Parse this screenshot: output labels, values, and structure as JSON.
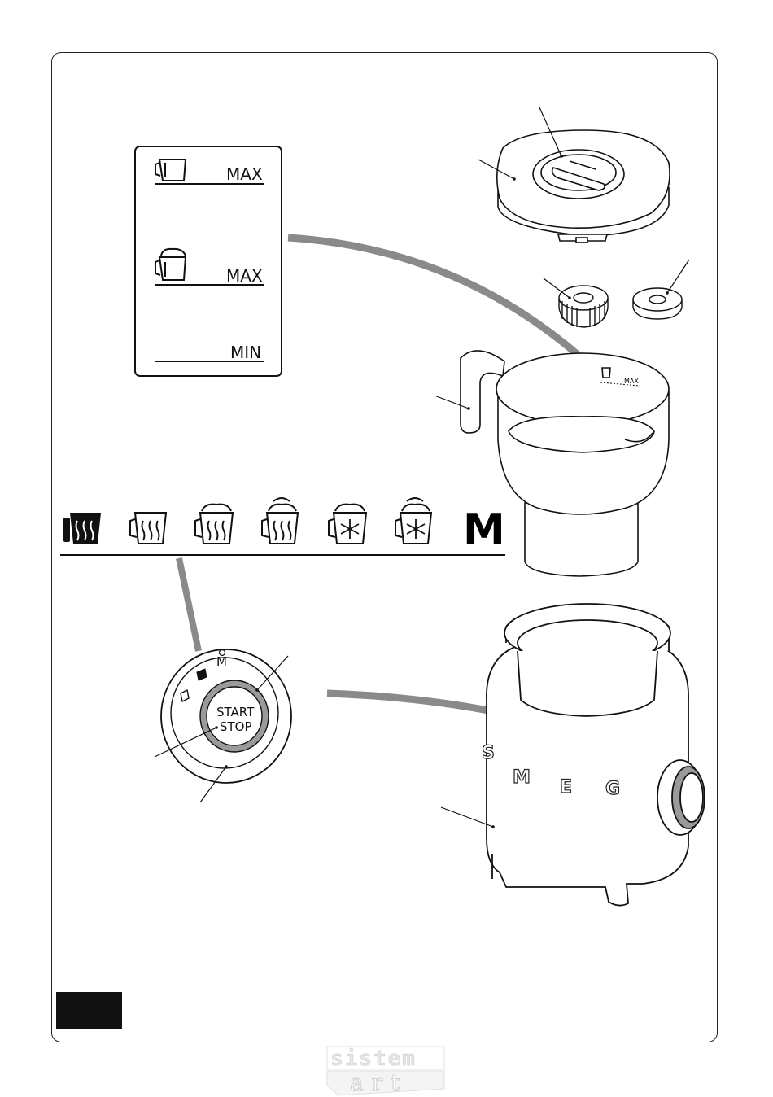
{
  "level_panel": {
    "max_label_1": "MAX",
    "max_label_2": "MAX",
    "min_label": "MIN"
  },
  "jug": {
    "mark_label": "MAX"
  },
  "programs": {
    "manual_label": "M",
    "icons": [
      "heat-cold-milk-icon-selected",
      "heat-milk-icon",
      "light-froth-icon",
      "dense-froth-icon",
      "cold-froth-icon",
      "cold-dense-froth-icon"
    ]
  },
  "dial": {
    "button_line1": "START",
    "button_line2": "STOP",
    "mode_mark": "M"
  },
  "base": {
    "brand": [
      "S",
      "M",
      "E",
      "G"
    ]
  },
  "watermark": {
    "top": "sistem",
    "bottom": "art"
  },
  "colors": {
    "ink": "#111111",
    "leader_grey": "#8a8a8a",
    "ring_grey": "#9a9a9a"
  }
}
